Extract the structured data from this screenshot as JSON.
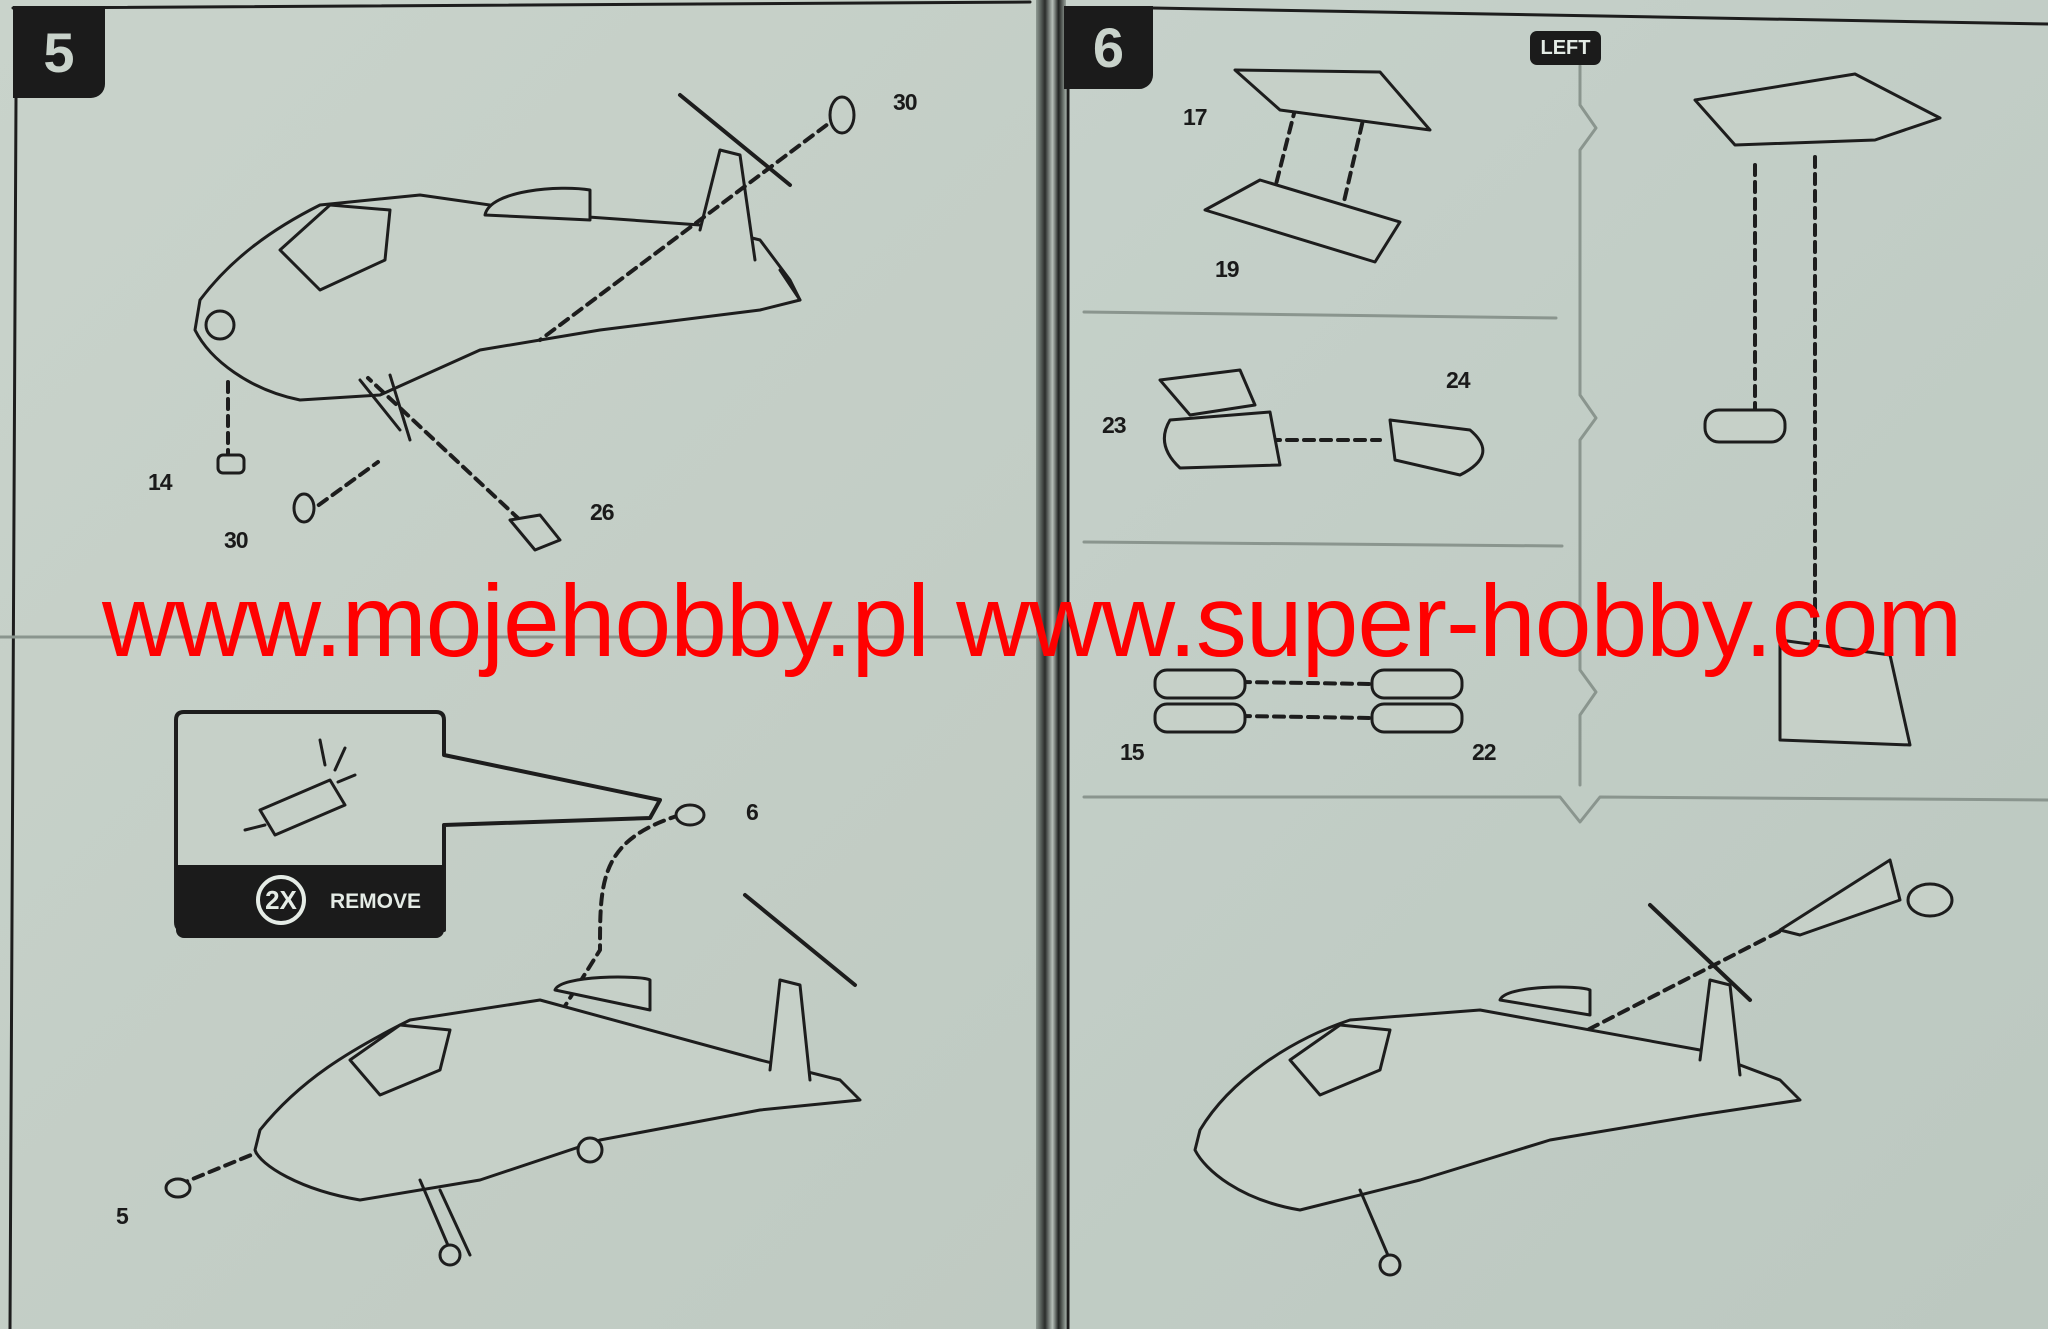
{
  "step5": {
    "number": "5",
    "part_labels": [
      "30",
      "14",
      "30",
      "26",
      "6",
      "5"
    ],
    "callout": {
      "count": "2X",
      "action": "REMOVE"
    }
  },
  "step6": {
    "number": "6",
    "side_badge": "LEFT",
    "part_labels": [
      "17",
      "19",
      "23",
      "24",
      "15",
      "22"
    ]
  },
  "watermark": "www.mojehobby.pl www.super-hobby.com",
  "colors": {
    "paper": "#c3cec6",
    "ink": "#1b1b1b",
    "watermark": "#ff0000"
  }
}
